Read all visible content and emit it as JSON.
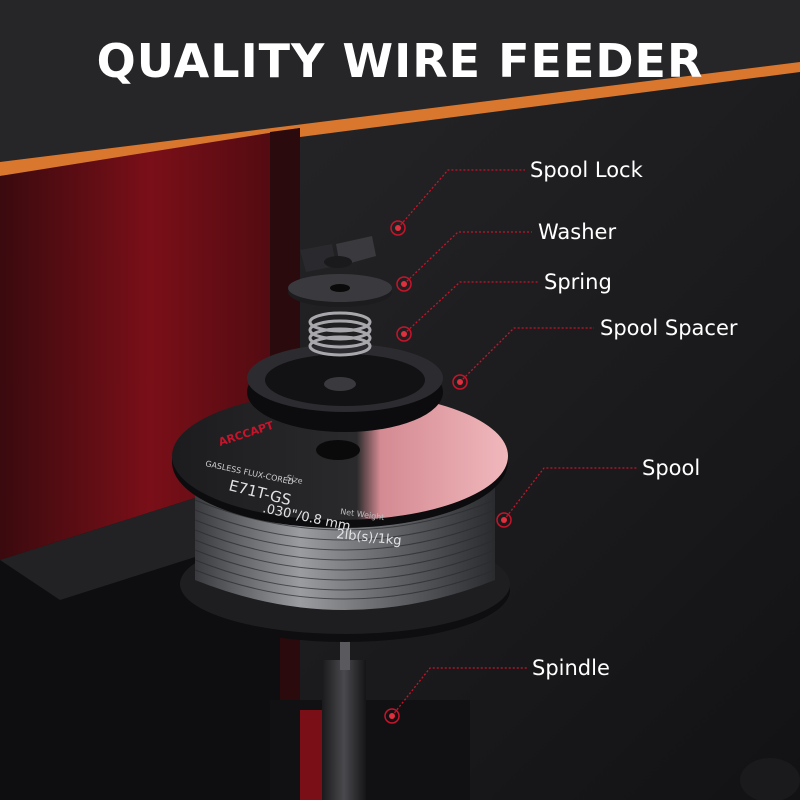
{
  "title": "QUALITY WIRE FEEDER",
  "colors": {
    "accent": "#c8142a",
    "orange_stripe": "#d9772e",
    "background": "#1a1a1c",
    "label_disc": "#e8a0a6"
  },
  "callouts": {
    "spool_lock": "Spool Lock",
    "washer": "Washer",
    "spring": "Spring",
    "spool_spacer": "Spool Spacer",
    "spool": "Spool",
    "spindle": "Spindle"
  },
  "spool_label": {
    "brand": "ARCCAPT",
    "type": "GASLESS FLUX-CORED",
    "model": "E71T-GS",
    "size_caption": "Size",
    "size": ".030\"/0.8 mm",
    "weight_caption": "Net Weight",
    "weight": "2lb(s)/1kg"
  }
}
